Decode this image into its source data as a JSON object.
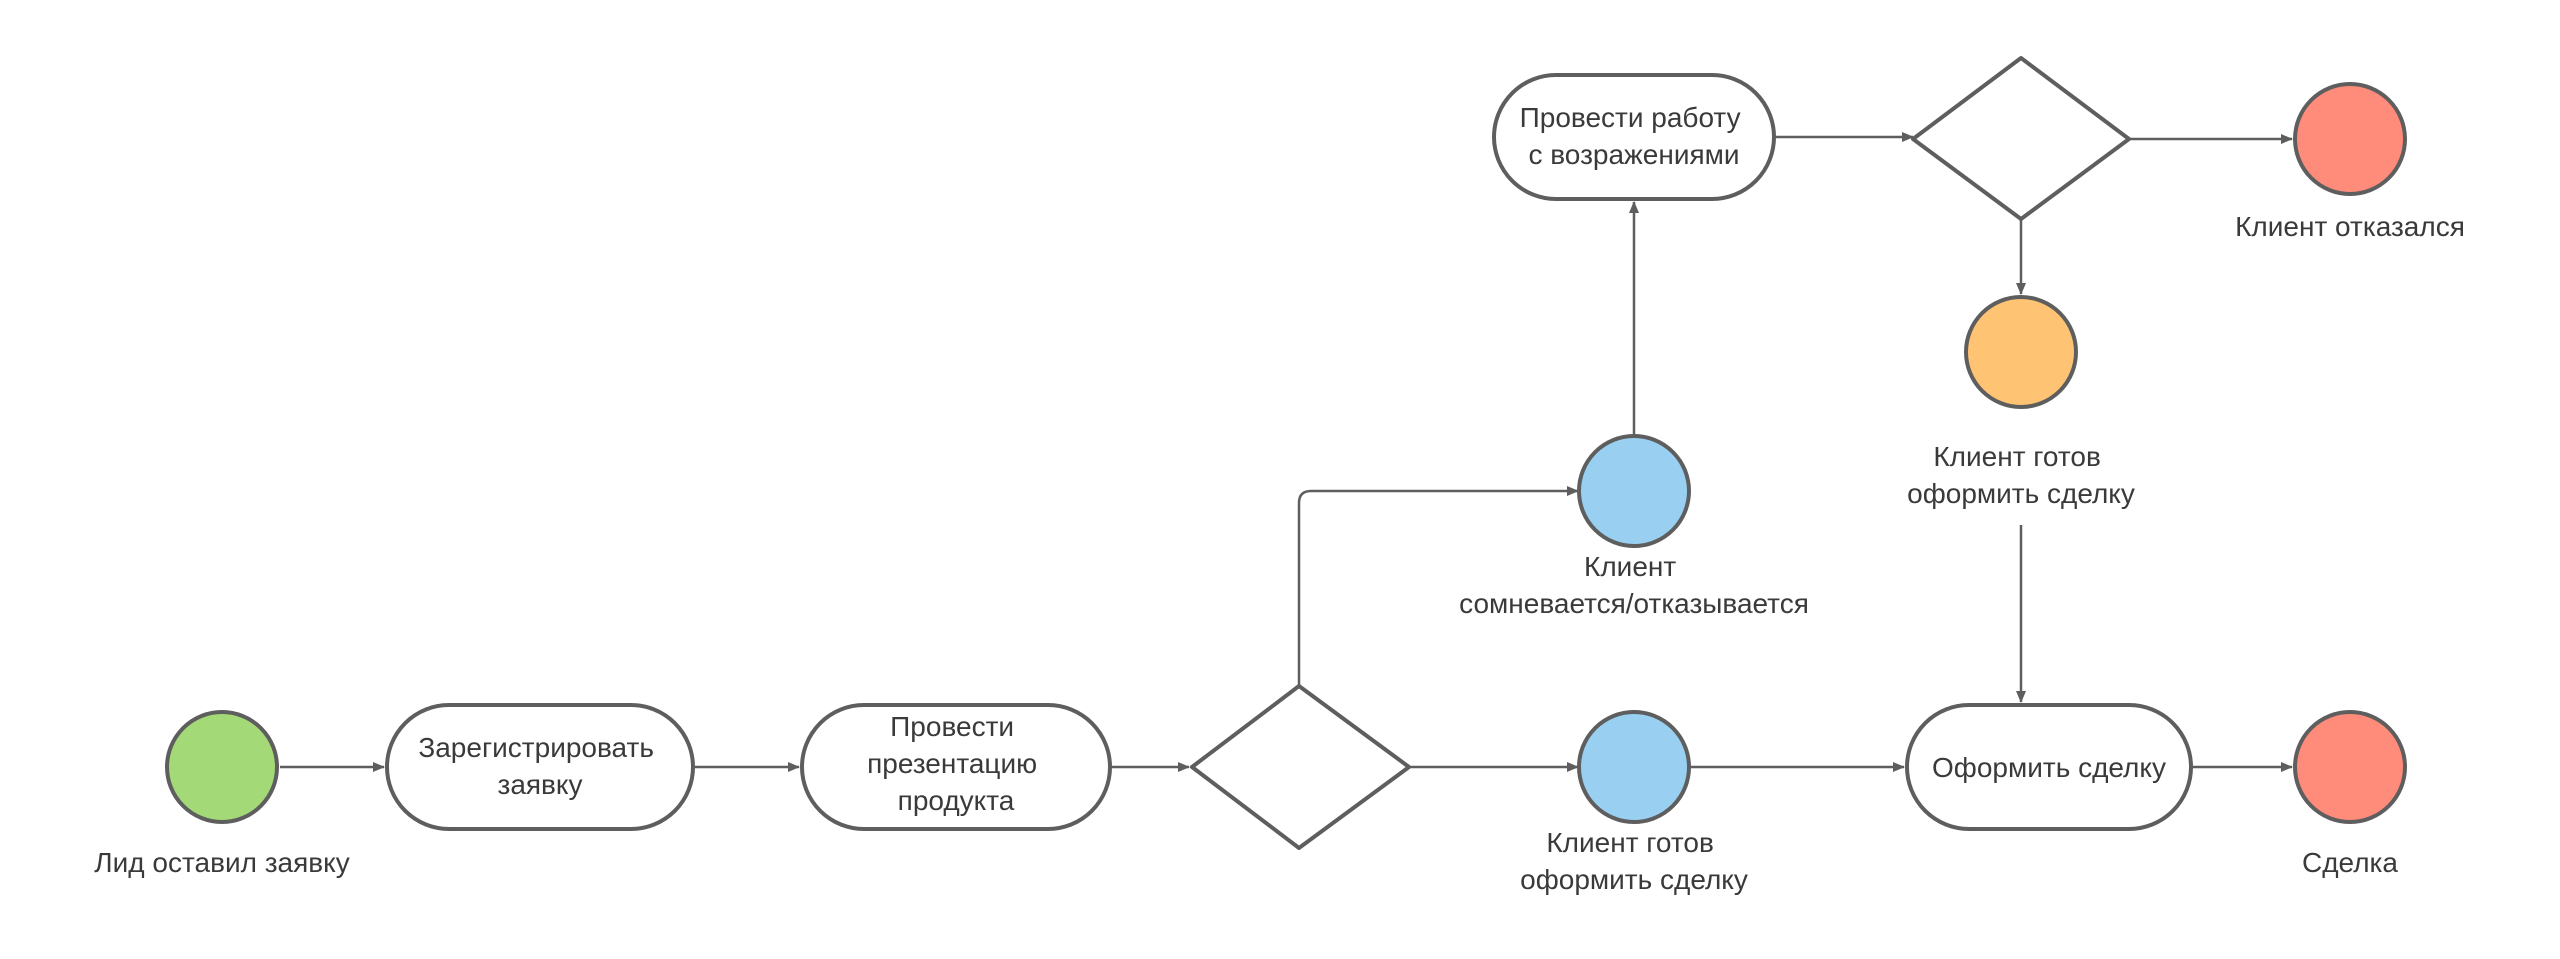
{
  "diagram": {
    "nodes": {
      "start": {
        "label": "Лид оставил заявку",
        "color": "#a3d977"
      },
      "register": {
        "label_lines": [
          "Зарегистрировать",
          "заявку"
        ]
      },
      "presentation": {
        "label_lines": [
          "Провести",
          "презентацию",
          "продукта"
        ]
      },
      "decision_1": {
        "label": ""
      },
      "client_ready_1": {
        "label_lines": [
          "Клиент готов",
          "оформить сделку"
        ],
        "color": "#99d0f2"
      },
      "client_doubts": {
        "label_lines": [
          "Клиент",
          "сомневается/отказывается"
        ],
        "color": "#99d0f2"
      },
      "objections": {
        "label_lines": [
          "Провести работу",
          "с возражениями"
        ]
      },
      "decision_2": {
        "label": ""
      },
      "client_refused": {
        "label": "Клиент отказался",
        "color": "#ff8c7a"
      },
      "client_ready_2": {
        "label_lines": [
          "Клиент готов",
          "оформить сделку"
        ],
        "color": "#ffc374"
      },
      "make_deal": {
        "label": "Оформить сделку"
      },
      "deal": {
        "label": "Сделка",
        "color": "#ff8c7a"
      }
    },
    "edges": [
      {
        "from": "start",
        "to": "register"
      },
      {
        "from": "register",
        "to": "presentation"
      },
      {
        "from": "presentation",
        "to": "decision_1"
      },
      {
        "from": "decision_1",
        "to": "client_ready_1"
      },
      {
        "from": "decision_1",
        "to": "client_doubts"
      },
      {
        "from": "client_ready_1",
        "to": "make_deal"
      },
      {
        "from": "client_doubts",
        "to": "objections"
      },
      {
        "from": "objections",
        "to": "decision_2"
      },
      {
        "from": "decision_2",
        "to": "client_refused"
      },
      {
        "from": "decision_2",
        "to": "client_ready_2"
      },
      {
        "from": "client_ready_2",
        "to": "make_deal"
      },
      {
        "from": "make_deal",
        "to": "deal"
      }
    ],
    "colors": {
      "line": "#5e5e5e",
      "text": "#3a3a3a"
    }
  }
}
